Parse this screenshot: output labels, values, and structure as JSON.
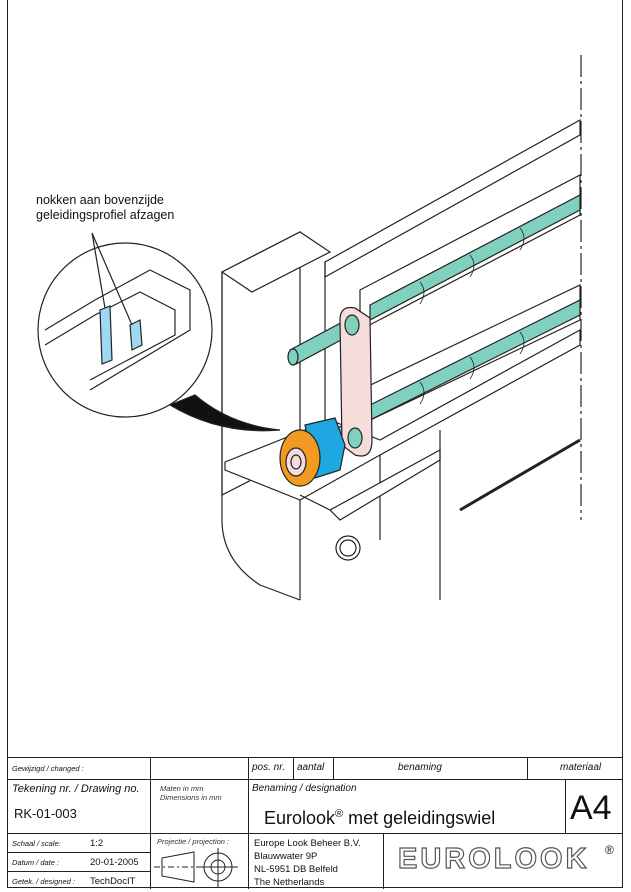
{
  "annotation": {
    "line1": "nokken aan bovenzijde",
    "line2": "geleidingsprofiel afzagen"
  },
  "colors": {
    "rod": "#80d0c0",
    "bracket": "#f7dcdc",
    "wheel": "#f39a22",
    "clip": "#1ea7e1",
    "line": "#222222"
  },
  "title_block": {
    "changed_label": "Gewijzigd / changed :",
    "pos_nr": "pos. nr.",
    "aantal": "aantal",
    "benaming": "benaming",
    "materiaal": "materiaal",
    "drawing_no_label": "Tekening nr. / Drawing no.",
    "drawing_no": "RK-01-003",
    "dimensions_nl": "Maten in mm",
    "dimensions_en": "Dimensions in mm",
    "designation_label": "Benaming / designation",
    "designation_main": "Eurolook",
    "designation_reg": "®",
    "designation_rest": " met geleidingswiel",
    "format": "A4",
    "scale_label": "Schaal / scale:",
    "scale": "1:2",
    "date_label": "Datum / date :",
    "date": "20-01-2005",
    "designed_label": "Getek. / designed :",
    "designed": "TechDocIT",
    "projection_label": "Projectie / projection :",
    "company": "Europe Look Beheer B.V.",
    "street": "Blauwwater 9P",
    "city": "NL-5951 DB  Belfeld",
    "country": "The Netherlands",
    "logo": "EUROLOOK",
    "logo_reg": "®"
  }
}
